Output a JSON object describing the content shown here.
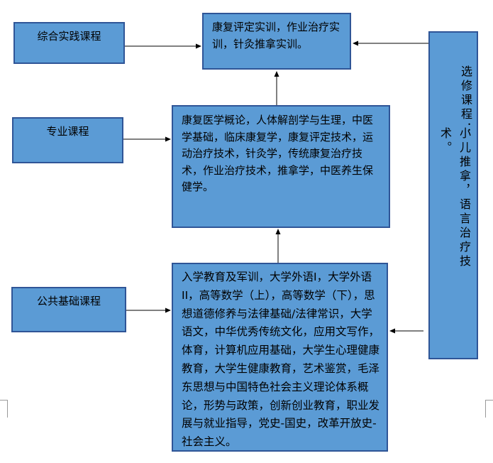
{
  "left_categories": {
    "practice": "综合实践课程",
    "major": "专业课程",
    "public": "公共基础课程"
  },
  "contents": {
    "practice": "康复评定实训，作业治疗实训，针灸推拿实训。",
    "major": "康复医学概论，人体解剖学与生理，中医学基础，临床康复学，康复评定技术，运动治疗技术，针灸学，传统康复治疗技术，作业治疗技术，推拿学，中医养生保健学。",
    "public": "入学教育及军训，大学外语I，大学外语II，高等数学（上），高等数学（下），思想道德修养与法律基础/法律常识，大学语文，中华优秀传统文化，应用文写作，体育，计算机应用基础，大学生心理健康教育，大学生健康教育，艺术鉴赏，毛泽东思想与中国特色社会主义理论体系概论，形势与政策，创新创业教育，职业发展与就业指导，党史-国史，改革开放史-社会主义。"
  },
  "elective": {
    "title": "选修课程：",
    "courses": "小儿推拿，语言治疗技术。"
  },
  "colors": {
    "box_fill": "#5B9BD5",
    "box_border": "#2F5597",
    "arrow": "#000000"
  }
}
